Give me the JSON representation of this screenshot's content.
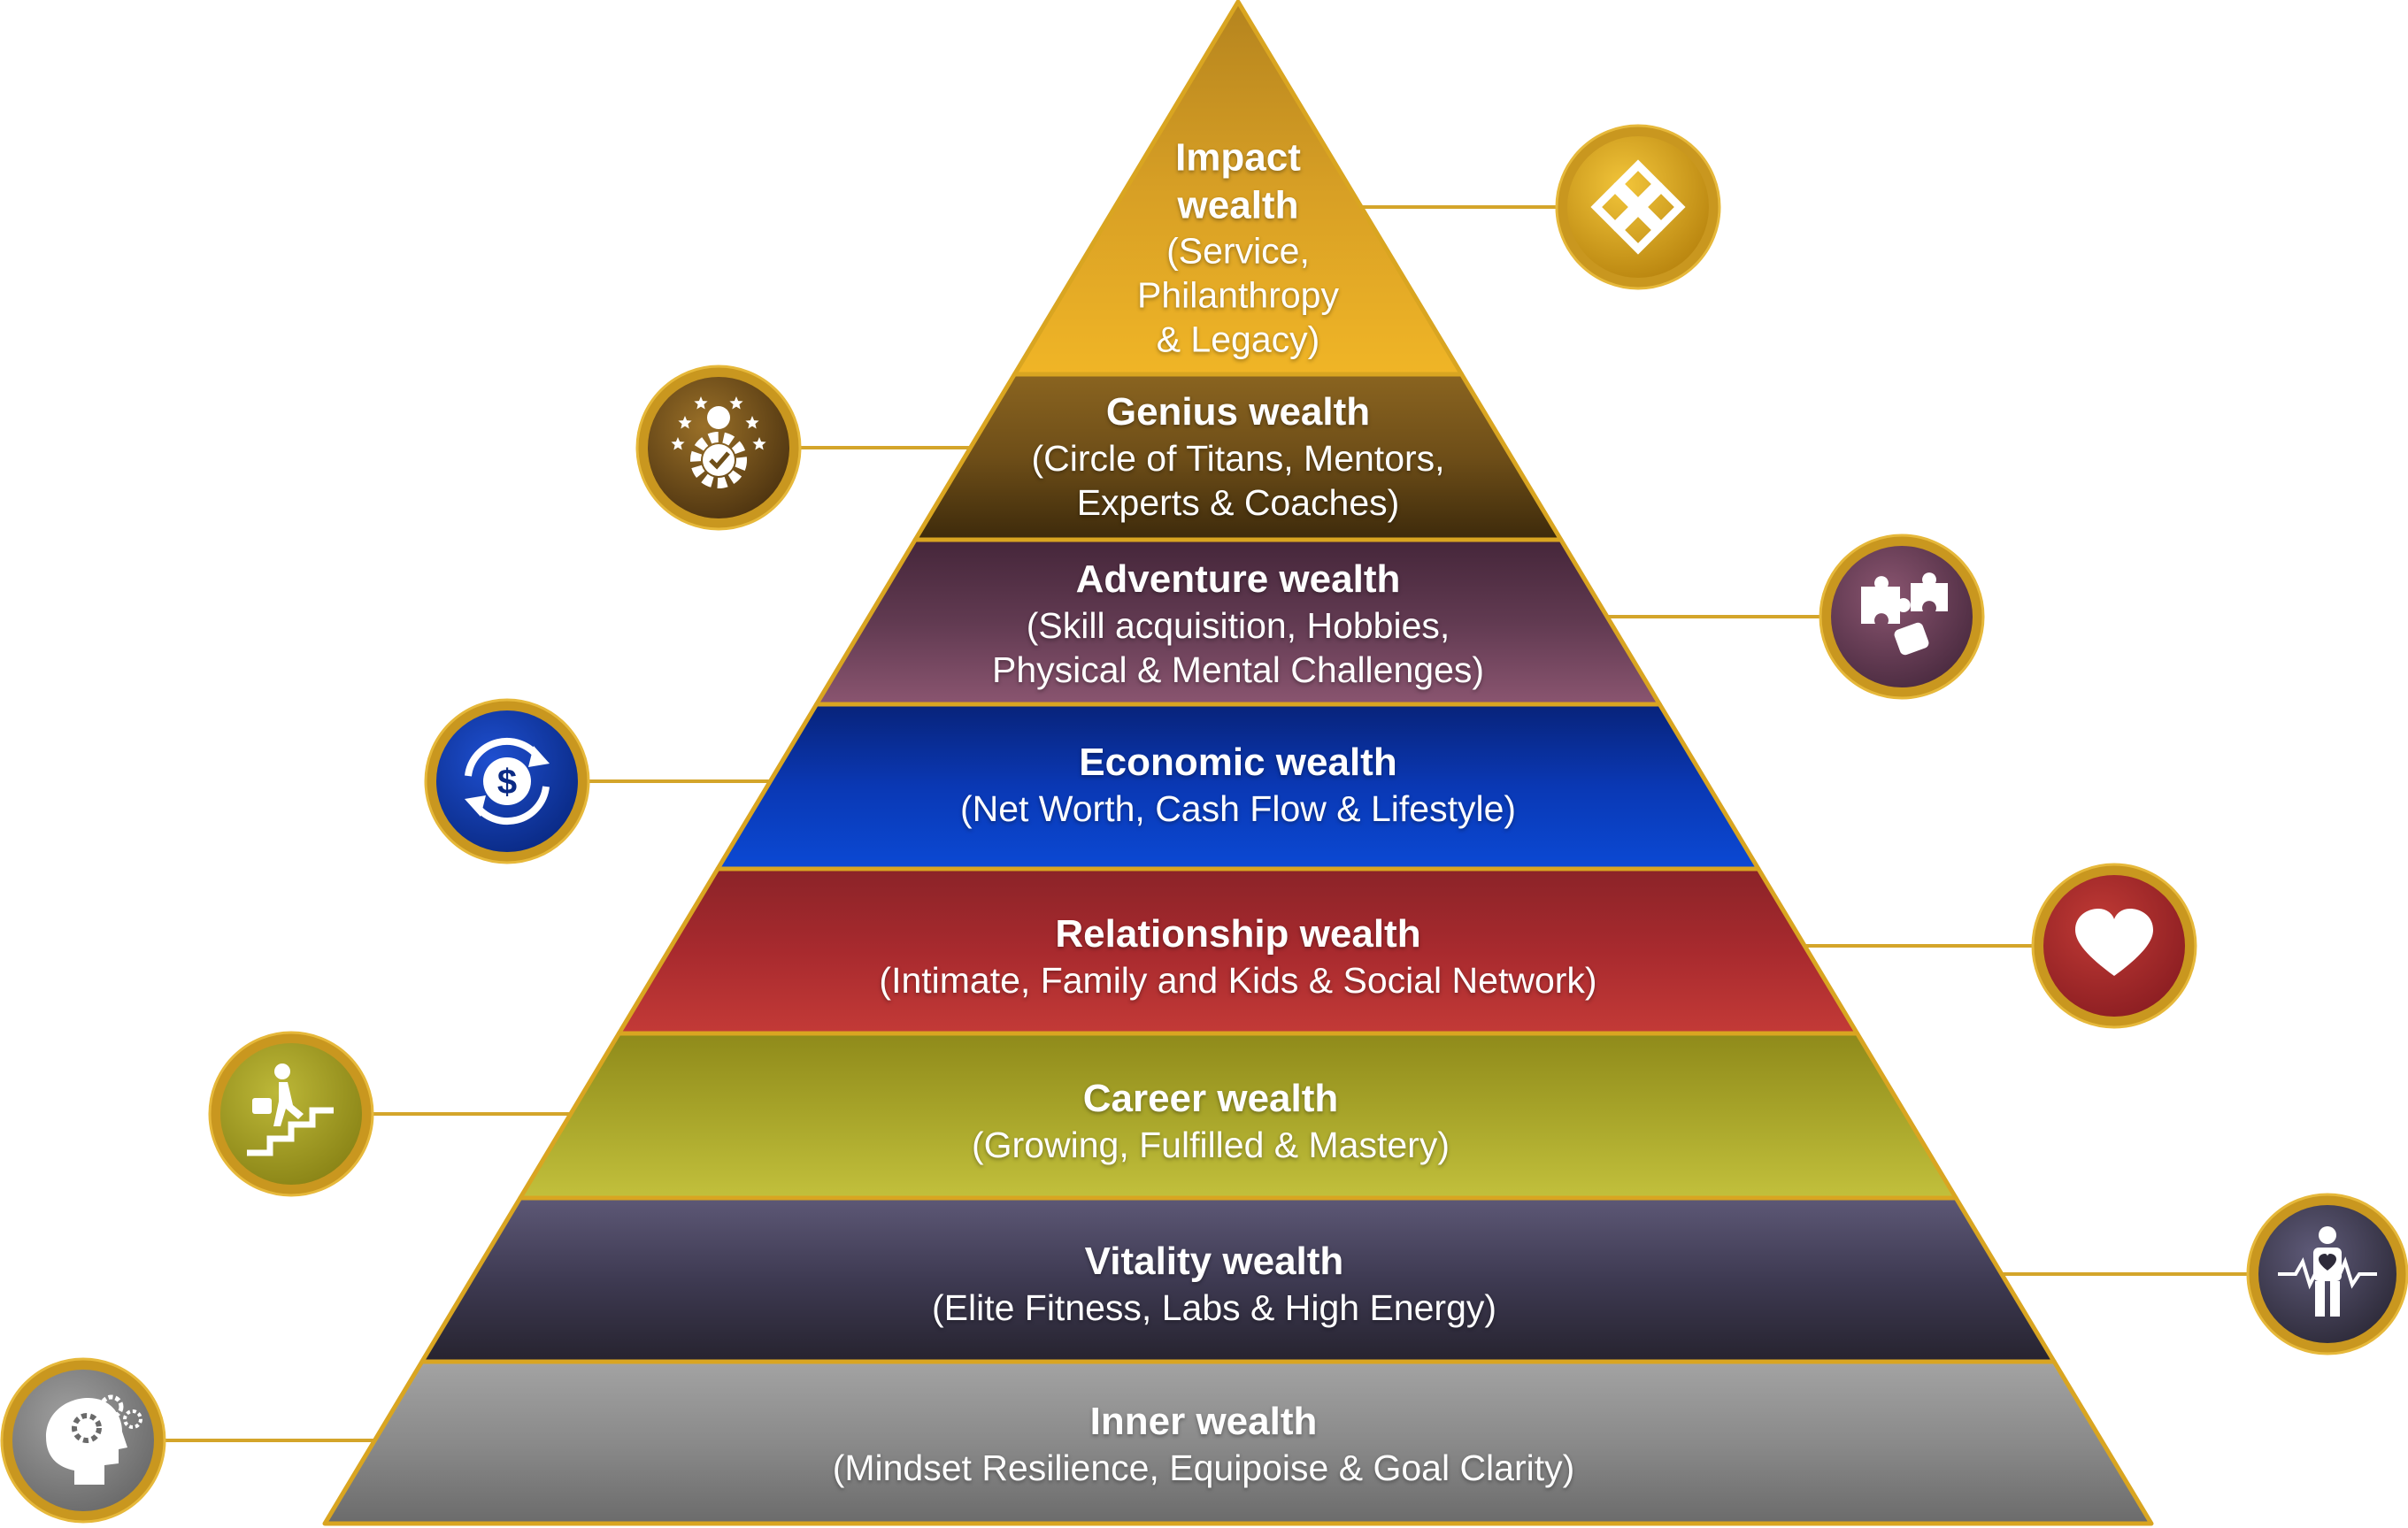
{
  "colors": {
    "gold": "#D9A521",
    "connector": "#D4A52A"
  },
  "levels": [
    {
      "id": "impact",
      "title": "Impact\nwealth",
      "subtitle": "(Service,\nPhilanthropy\n& Legacy)",
      "icon": "interlocking-diamonds-icon",
      "icon_side": "right",
      "colors": [
        "#B5841E",
        "#D79F25",
        "#F0B526"
      ],
      "icon_colors": [
        "#F2C53A",
        "#B9850F"
      ]
    },
    {
      "id": "genius",
      "title": "Genius wealth",
      "subtitle": "(Circle of Titans, Mentors,\nExperts & Coaches)",
      "icon": "expert-gear-stars-icon",
      "icon_side": "left",
      "colors": [
        "#8A6420",
        "#6E4E18",
        "#3D2A0B"
      ],
      "icon_colors": [
        "#9A7028",
        "#4E3410"
      ]
    },
    {
      "id": "adventure",
      "title": "Adventure wealth",
      "subtitle": "(Skill acquisition, Hobbies,\nPhysical & Mental Challenges)",
      "icon": "puzzle-pieces-icon",
      "icon_side": "right",
      "colors": [
        "#45263A",
        "#613A51",
        "#8A5570"
      ],
      "icon_colors": [
        "#8A5570",
        "#4B2B40"
      ]
    },
    {
      "id": "economic",
      "title": "Economic wealth",
      "subtitle": "(Net Worth, Cash Flow & Lifestyle)",
      "icon": "dollar-cycle-icon",
      "icon_side": "left",
      "colors": [
        "#08237A",
        "#0A38B4",
        "#0B49D4"
      ],
      "icon_colors": [
        "#1E4FD0",
        "#0A2A85"
      ]
    },
    {
      "id": "relationship",
      "title": "Relationship wealth",
      "subtitle": "(Intimate, Family and Kids & Social Network)",
      "icon": "heart-icon",
      "icon_side": "right",
      "colors": [
        "#8B2328",
        "#A82A2E",
        "#C33A37"
      ],
      "icon_colors": [
        "#C03A35",
        "#8C1E22"
      ]
    },
    {
      "id": "career",
      "title": "Career wealth",
      "subtitle": "(Growing, Fulfilled & Mastery)",
      "icon": "climbing-stairs-icon",
      "icon_side": "left",
      "colors": [
        "#8F8A1A",
        "#A8A52A",
        "#C2C03C"
      ],
      "icon_colors": [
        "#BDB838",
        "#8A8416"
      ]
    },
    {
      "id": "vitality",
      "title": "Vitality wealth",
      "subtitle": "(Elite Fitness, Labs & High Energy)",
      "icon": "person-heartbeat-icon",
      "icon_side": "right",
      "colors": [
        "#5D5876",
        "#3E3A52",
        "#26232F"
      ],
      "icon_colors": [
        "#5E5A78",
        "#2E2B3A"
      ]
    },
    {
      "id": "inner",
      "title": "Inner wealth",
      "subtitle": "(Mindset Resilience, Equipoise & Goal Clarity)",
      "icon": "head-gears-icon",
      "icon_side": "left",
      "colors": [
        "#A3A3A3",
        "#8A8A8A",
        "#6B6B6B"
      ],
      "icon_colors": [
        "#A0A0A0",
        "#6A6A6A"
      ]
    }
  ]
}
